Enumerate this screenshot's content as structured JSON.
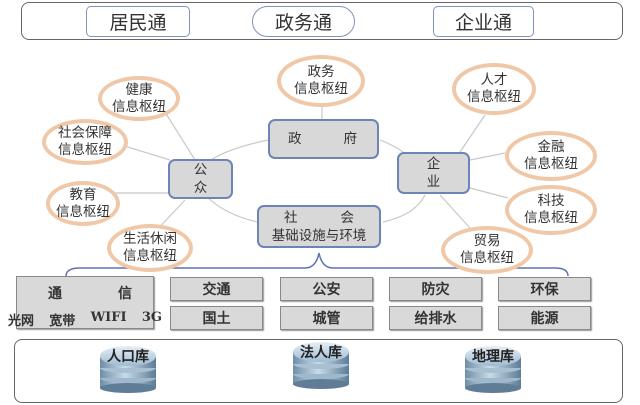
{
  "portals": [
    {
      "label": "居民通",
      "shape": "rect"
    },
    {
      "label": "政务通",
      "shape": "pill"
    },
    {
      "label": "企业通",
      "shape": "rect"
    }
  ],
  "hubs": [
    {
      "line1": "健康",
      "line2": "信息枢纽"
    },
    {
      "line1": "社会保障",
      "line2": "信息枢纽"
    },
    {
      "line1": "教育",
      "line2": "信息枢纽"
    },
    {
      "line1": "生活休闲",
      "line2": "信息枢纽"
    },
    {
      "line1": "政务",
      "line2": "信息枢纽"
    },
    {
      "line1": "人才",
      "line2": "信息枢纽"
    },
    {
      "line1": "金融",
      "line2": "信息枢纽"
    },
    {
      "line1": "科技",
      "line2": "信息枢纽"
    },
    {
      "line1": "贸易",
      "line2": "信息枢纽"
    }
  ],
  "nodes": {
    "government": {
      "left": "政",
      "right": "府"
    },
    "public": {
      "line1": "公",
      "line2": "众"
    },
    "enterprise": {
      "line1": "企",
      "line2": "业"
    },
    "society": {
      "line1a": "社",
      "line1b": "会",
      "line2": "基础设施与环境"
    }
  },
  "communication": {
    "title_a": "通",
    "title_b": "信",
    "items": [
      "光网",
      "宽带",
      "WIFI",
      "3G"
    ]
  },
  "infrastructure": [
    [
      "交通",
      "国土"
    ],
    [
      "公安",
      "城管"
    ],
    [
      "防灾",
      "给排水"
    ],
    [
      "环保",
      "能源"
    ]
  ],
  "databases": [
    "人口库",
    "法人库",
    "地理库"
  ],
  "colors": {
    "node_border": "#6d84b8",
    "node_fill": "#d8d8d8",
    "hub_ring": "#f0c8a8",
    "db_blue": "#8fb0cc"
  }
}
